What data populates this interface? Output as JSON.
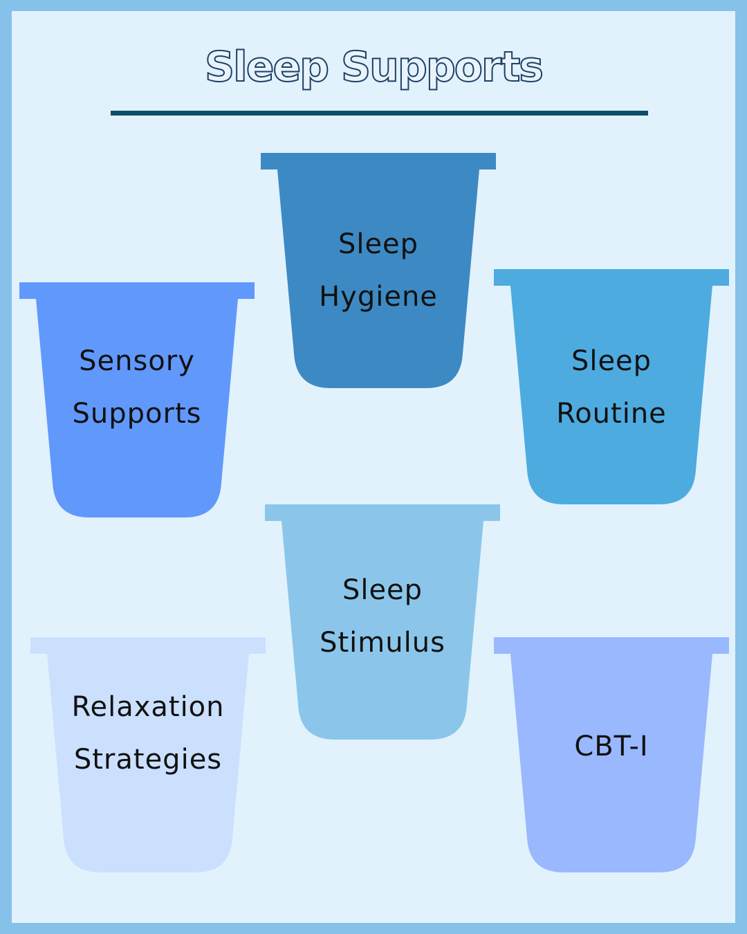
{
  "title": "Sleep Supports",
  "buckets": [
    {
      "label": "Sleep\nHygiene",
      "color": "#3d89c3"
    },
    {
      "label": "Sensory\nSupports",
      "color": "#6198fc"
    },
    {
      "label": "Sleep\nRoutine",
      "color": "#4dabe0"
    },
    {
      "label": "Sleep\nStimulus",
      "color": "#8bc6ea"
    },
    {
      "label": "Relaxation\nStrategies",
      "color": "#cbe0fd"
    },
    {
      "label": "CBT-I",
      "color": "#99b8fd"
    }
  ]
}
